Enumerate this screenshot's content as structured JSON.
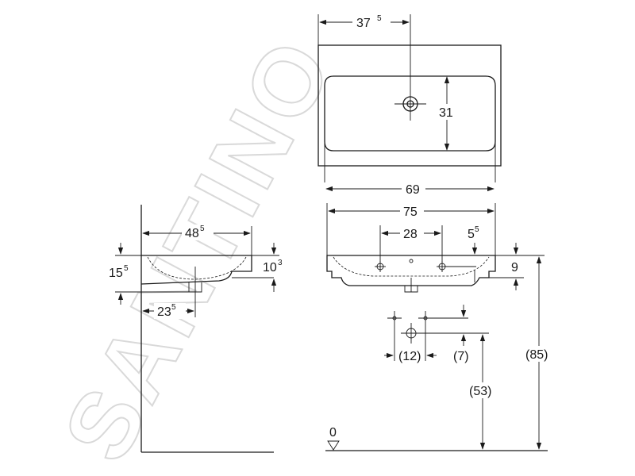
{
  "watermark": {
    "text": "SANTINO"
  },
  "top_view": {
    "dim_tap_offset": {
      "main": "37",
      "sup": "5"
    },
    "dim_depth": {
      "main": "31"
    },
    "dim_inner_width": {
      "main": "69"
    }
  },
  "side_view": {
    "dim_depth": {
      "main": "48",
      "sup": "5"
    },
    "dim_total_height": {
      "main": "15",
      "sup": "5"
    },
    "dim_rim_height": {
      "main": "10",
      "sup": "3"
    },
    "dim_drain_offset": {
      "main": "23",
      "sup": "5"
    }
  },
  "front_view": {
    "dim_outer_width": {
      "main": "75"
    },
    "dim_tap_spacing": {
      "main": "28"
    },
    "dim_tap_edge": {
      "main": "5",
      "sup": "5"
    },
    "dim_rim": {
      "main": "9"
    },
    "dim_mount_height": {
      "main": "(85)"
    },
    "dim_drain_height": {
      "main": "(53)"
    },
    "dim_connection_spacing": {
      "main": "(12)"
    },
    "dim_connection_drop": {
      "main": "(7)"
    },
    "floor_level": {
      "main": "0"
    }
  }
}
